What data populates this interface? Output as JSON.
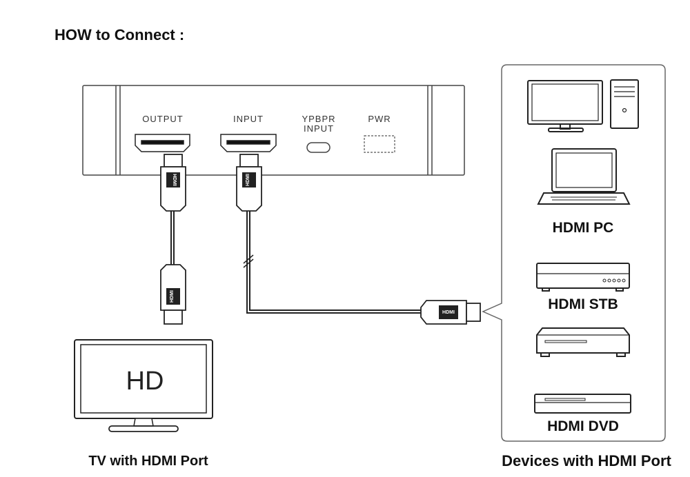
{
  "title": "HOW to Connect :",
  "ports": {
    "output": "OUTPUT",
    "input": "INPUT",
    "ypbpr_line1": "YPBPR",
    "ypbpr_line2": "INPUT",
    "pwr": "PWR"
  },
  "connector_text": "HDMI",
  "tv": {
    "screen_text": "HD",
    "caption": "TV with HDMI Port"
  },
  "devices": {
    "pc": "HDMI PC",
    "stb": "HDMI STB",
    "dvd": "HDMI DVD",
    "caption": "Devices with HDMI Port"
  }
}
